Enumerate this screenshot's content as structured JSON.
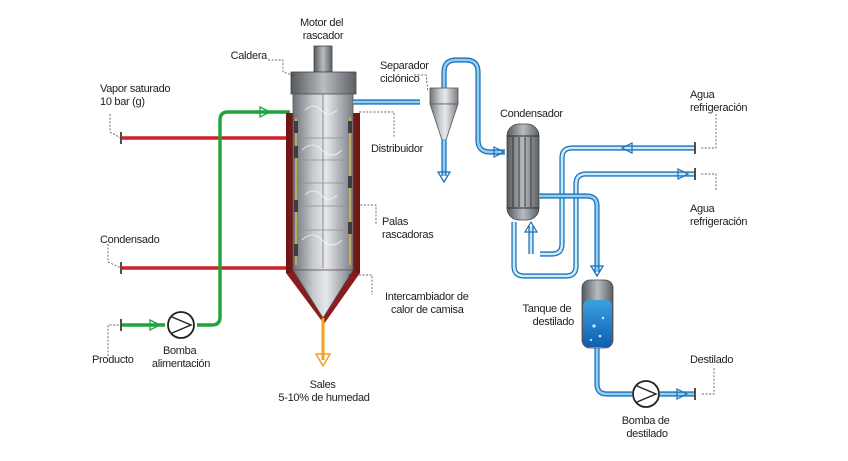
{
  "labels": {
    "motor": [
      "Motor del",
      "rascador"
    ],
    "caldera": "Caldera",
    "vapor": [
      "Vapor saturado",
      "10 bar (g)"
    ],
    "condensado": "Condensado",
    "producto": "Producto",
    "bomba_alimentacion": [
      "Bomba",
      "alimentación"
    ],
    "separador": [
      "Separador",
      "ciclónico"
    ],
    "distribuidor": "Distribuidor",
    "palas": [
      "Palas",
      "rascadoras"
    ],
    "intercambiador": [
      "Intercambiador de",
      "calor de camisa"
    ],
    "sales": [
      "Sales",
      "5-10% de humedad"
    ],
    "condensador": "Condensador",
    "agua1": [
      "Agua",
      "refrigeración"
    ],
    "agua2": [
      "Agua",
      "refrigeración"
    ],
    "tanque": [
      "Tanque de",
      "destilado"
    ],
    "destilado": "Destilado",
    "bomba_destilado": [
      "Bomba de",
      "destilado"
    ]
  },
  "colors": {
    "steam": "#d0202a",
    "product": "#1fa33f",
    "vapor_out": "#1e6fb8",
    "cooling_water": "#8fd0f0",
    "salts": "#f4a020",
    "jacket": "#8b1e1e"
  }
}
